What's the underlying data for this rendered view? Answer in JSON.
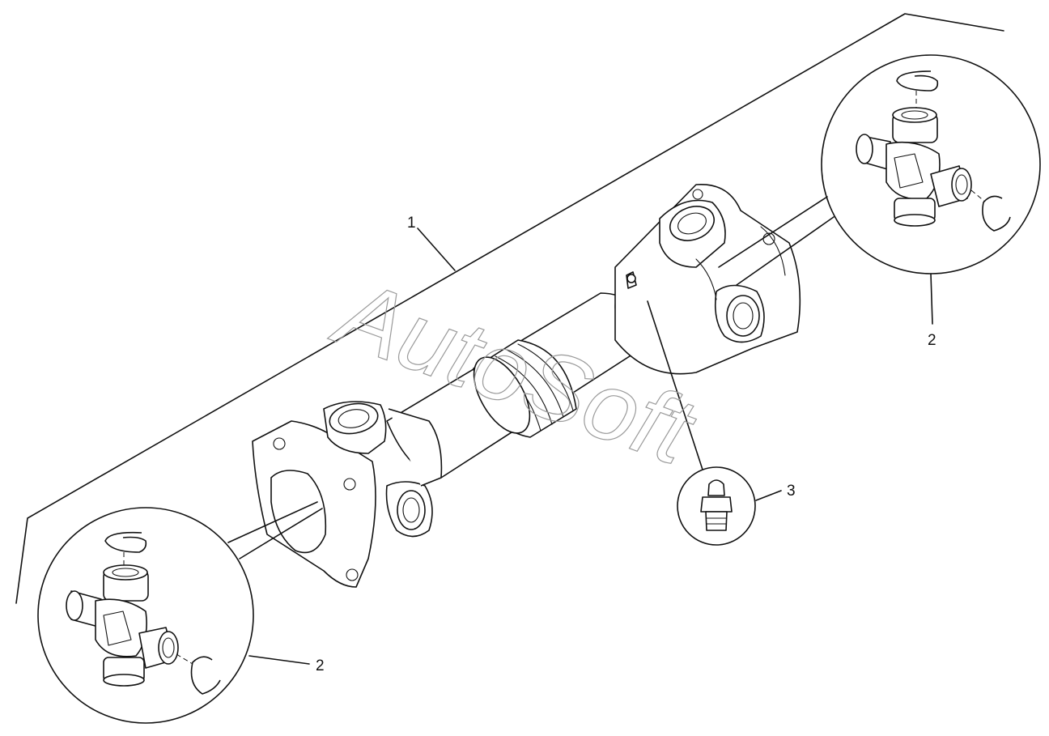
{
  "watermark": "AutoSoft",
  "callouts": {
    "assembly": "1",
    "cross_kit_upper": "2",
    "cross_kit_lower": "2",
    "grease_fitting": "3"
  },
  "colors": {
    "line": "#111111",
    "watermark": "#9a9a9a",
    "background": "#ffffff"
  }
}
